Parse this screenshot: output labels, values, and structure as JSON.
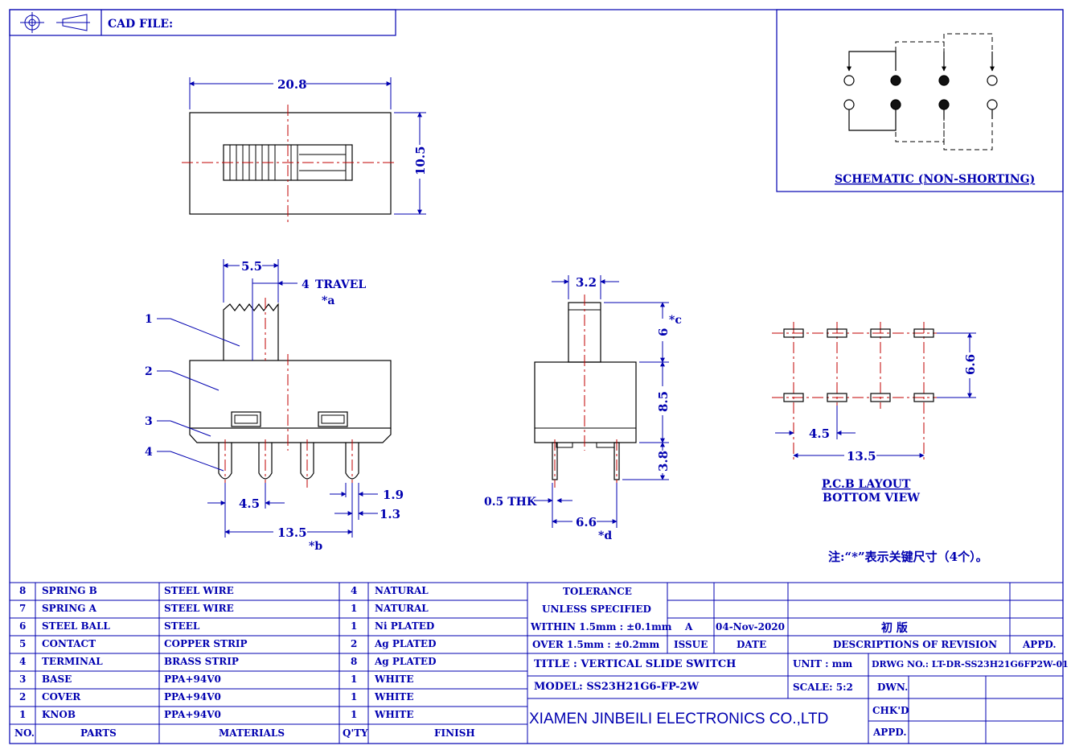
{
  "header": {
    "cad_file_label": "CAD FILE:"
  },
  "top_view": {
    "width_dim": "20.8",
    "height_dim": "10.5"
  },
  "front_view": {
    "knob_width": "5.5",
    "travel_value": "4",
    "travel_label": "TRAVEL",
    "travel_note": "*a",
    "callouts": [
      "1",
      "2",
      "3",
      "4"
    ],
    "pitch": "4.5",
    "pin_width": "1.9",
    "pin_thk": "1.3",
    "span": "13.5",
    "span_note": "*b"
  },
  "side_view": {
    "knob_width": "3.2",
    "knob_height": "6",
    "knob_note": "*c",
    "body_height": "8.5",
    "pin_length": "3.8",
    "thickness_label": "0.5 THK",
    "pin_span": "6.6",
    "pin_span_note": "*d"
  },
  "schematic": {
    "title": "SCHEMATIC (NON-SHORTING)"
  },
  "pcb": {
    "row_pitch": "6.6",
    "pitch": "4.5",
    "span": "13.5",
    "title_line1": "P.C.B LAYOUT",
    "title_line2": "BOTTOM VIEW"
  },
  "note": "注:“*”表示关键尺寸（4个）。",
  "bom": {
    "rows": [
      {
        "no": "8",
        "part": "SPRING B",
        "material": "STEEL WIRE",
        "qty": "4",
        "finish": "NATURAL"
      },
      {
        "no": "7",
        "part": "SPRING A",
        "material": "STEEL WIRE",
        "qty": "1",
        "finish": "NATURAL"
      },
      {
        "no": "6",
        "part": "STEEL BALL",
        "material": "STEEL",
        "qty": "1",
        "finish": "Ni PLATED"
      },
      {
        "no": "5",
        "part": "CONTACT",
        "material": "COPPER STRIP",
        "qty": "2",
        "finish": "Ag PLATED"
      },
      {
        "no": "4",
        "part": "TERMINAL",
        "material": "BRASS STRIP",
        "qty": "8",
        "finish": "Ag PLATED"
      },
      {
        "no": "3",
        "part": "BASE",
        "material": "PPA+94V0",
        "qty": "1",
        "finish": "WHITE"
      },
      {
        "no": "2",
        "part": "COVER",
        "material": "PPA+94V0",
        "qty": "1",
        "finish": "WHITE"
      },
      {
        "no": "1",
        "part": "KNOB",
        "material": "PPA+94V0",
        "qty": "1",
        "finish": "WHITE"
      }
    ],
    "headers": {
      "no": "NO.",
      "part": "PARTS",
      "material": "MATERIALS",
      "qty": "Q'TY",
      "finish": "FINISH"
    }
  },
  "title_block": {
    "tolerance_title": "TOLERANCE",
    "tolerance_sub": "UNLESS SPECIFIED",
    "tolerance_1": "WITHIN 1.5mm : ±0.1mm",
    "tolerance_2": "OVER 1.5mm : ±0.2mm",
    "issue_value": "A",
    "date_value": "04-Nov-2020",
    "revision_value": "初 版",
    "issue_label": "ISSUE",
    "date_label": "DATE",
    "revision_label": "DESCRIPTIONS OF REVISION",
    "appd_label": "APPD.",
    "title": "TITLE : VERTICAL SLIDE SWITCH",
    "unit": "UNIT : mm",
    "drwg_no": "DRWG NO.: LT-DR-SS23H21G6FP2W-01",
    "model": "MODEL: SS23H21G6-FP-2W",
    "scale": "SCALE: 5:2",
    "dwn": "DWN.",
    "chkd": "CHK'D",
    "appd": "APPD.",
    "company": "XIAMEN JINBEILI ELECTRONICS CO.,LTD"
  },
  "colors": {
    "border": "#0000b0",
    "drawing": "#000000",
    "centerline": "#c00000",
    "blueprint_text": "#0000b0"
  }
}
